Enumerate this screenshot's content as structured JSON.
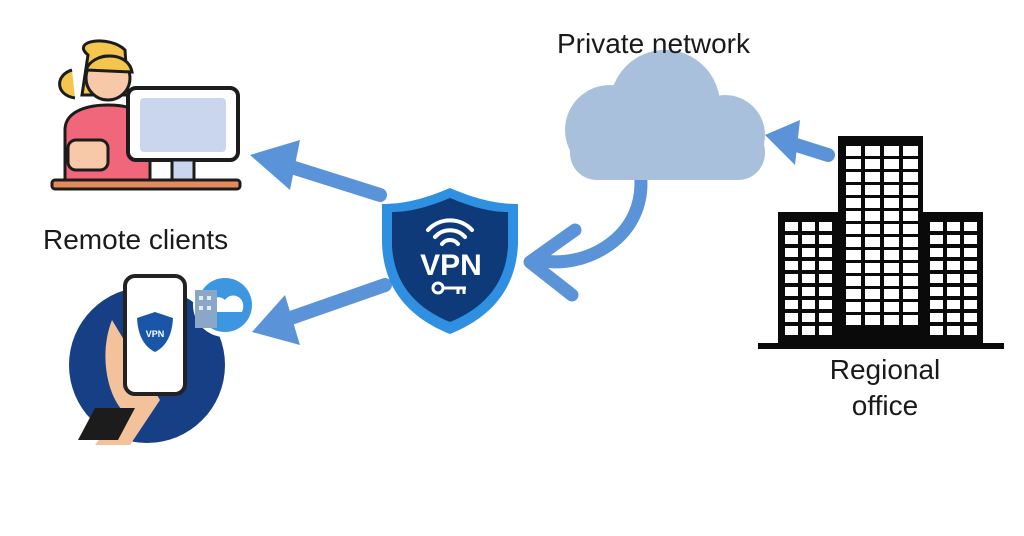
{
  "labels": {
    "private_network": "Private network",
    "remote_clients": "Remote clients",
    "regional_office": "Regional office"
  },
  "badge": {
    "text": "VPN",
    "phone_badge_text": "VPN"
  },
  "colors": {
    "arrow": "#5b93d9",
    "cloud": "#a9c0dd",
    "shield_dark": "#0e3a7a",
    "shield_light": "#2f8fe0",
    "building": "#0a0a0a"
  },
  "icons": [
    "user-computer-icon",
    "phone-vpn-icon",
    "vpn-shield-icon",
    "cloud-icon",
    "building-icon"
  ]
}
